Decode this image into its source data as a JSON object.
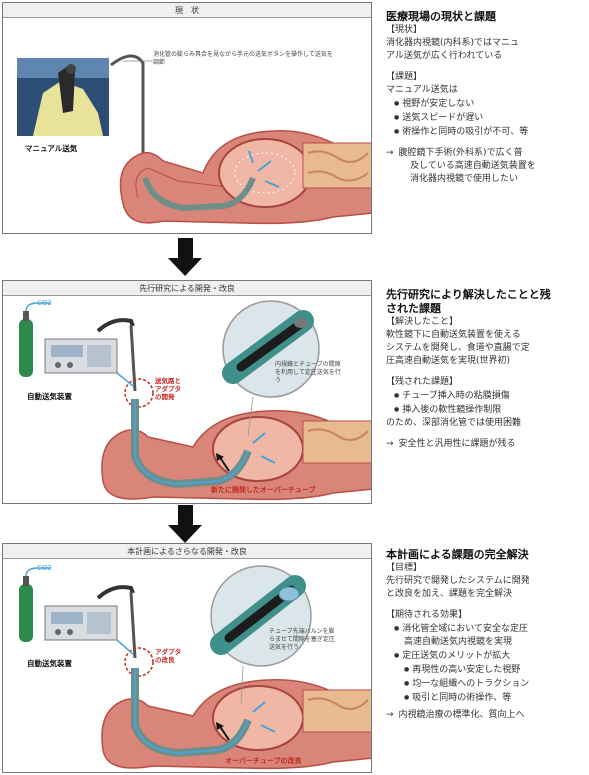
{
  "panel1": {
    "title": "現　状",
    "callout": "消化管の膨らみ具合を見ながら手元の送気ボタンを操作して送気を調節",
    "manual_label": "マニュアル送気"
  },
  "panel2": {
    "title": "先行研究による開発・改良",
    "co2_label": "CO2",
    "device_label": "自動送気装置",
    "adapter_label": "送気路と\nアダプタ\nの開発",
    "inset_note": "内視鏡とチューブの間隙を利用して定圧送気を行う",
    "overtube_label": "新たに開発したオーバーチューブ"
  },
  "panel3": {
    "title": "本計画によるさらなる開発・改良",
    "co2_label": "CO2",
    "device_label": "自動送気装置",
    "adapter_label": "アダプタ\nの改良",
    "inset_note": "チューブ先端バルンを膨らませて間隙を塞ぎ定圧送気を行う",
    "overtube_label": "オーバーチューブの改良"
  },
  "right": {
    "s1": {
      "title": "医療現場の現状と課題",
      "l1": "【現状】",
      "l2": "消化器内視鏡(内科系)ではマニュ",
      "l3": "アル送気が広く行われている",
      "l4": "【課題】",
      "l5": "マニュアル送気は",
      "b1": "視野が安定しない",
      "b2": "送気スピードが遅い",
      "b3": "術操作と同時の吸引が不可、等",
      "a1": "腹腔鏡下手術(外科系)で広く普",
      "a2": "及している高速自動送気装置を",
      "a3": "消化器内視鏡で使用したい"
    },
    "s2": {
      "title1": "先行研究により解決したことと残",
      "title2": "された課題",
      "l1": "【解決したこと】",
      "l2": "軟性鏡下に自動送気装置を使える",
      "l3": "システムを開発し、食道や直腸で定",
      "l4": "圧高速自動送気を実現(世界初)",
      "l5": "【残された課題】",
      "b1": "チューブ挿入時の粘膜損傷",
      "b2": "挿入後の軟性鏡操作制限",
      "l6": "のため、深部消化管では使用困難",
      "a1": "安全性と汎用性に課題が残る"
    },
    "s3": {
      "title": "本計画による課題の完全解決",
      "l1": "【目標】",
      "l2": "先行研究で開発したシステムに開発",
      "l3": "と改良を加え、課題を完全解決",
      "l4": "【期待される効果】",
      "b1": "消化管全域において安全な定圧",
      "b1c": "高速自動送気内視鏡を実現",
      "b2": "定圧送気のメリットが拡大",
      "c1": "再現性の高い安定した視野",
      "c2": "均一な組織へのトラクション",
      "c3": "吸引と同時の術操作、等",
      "a1": "内視鏡治療の標準化、質向上へ"
    }
  },
  "colors": {
    "tissue": "#d9857a",
    "tissue_dark": "#b84f45",
    "scope": "#6d8f88",
    "air": "#4aa3d8",
    "accent_red": "#c0281f",
    "cylinder": "#2e8a4a"
  }
}
